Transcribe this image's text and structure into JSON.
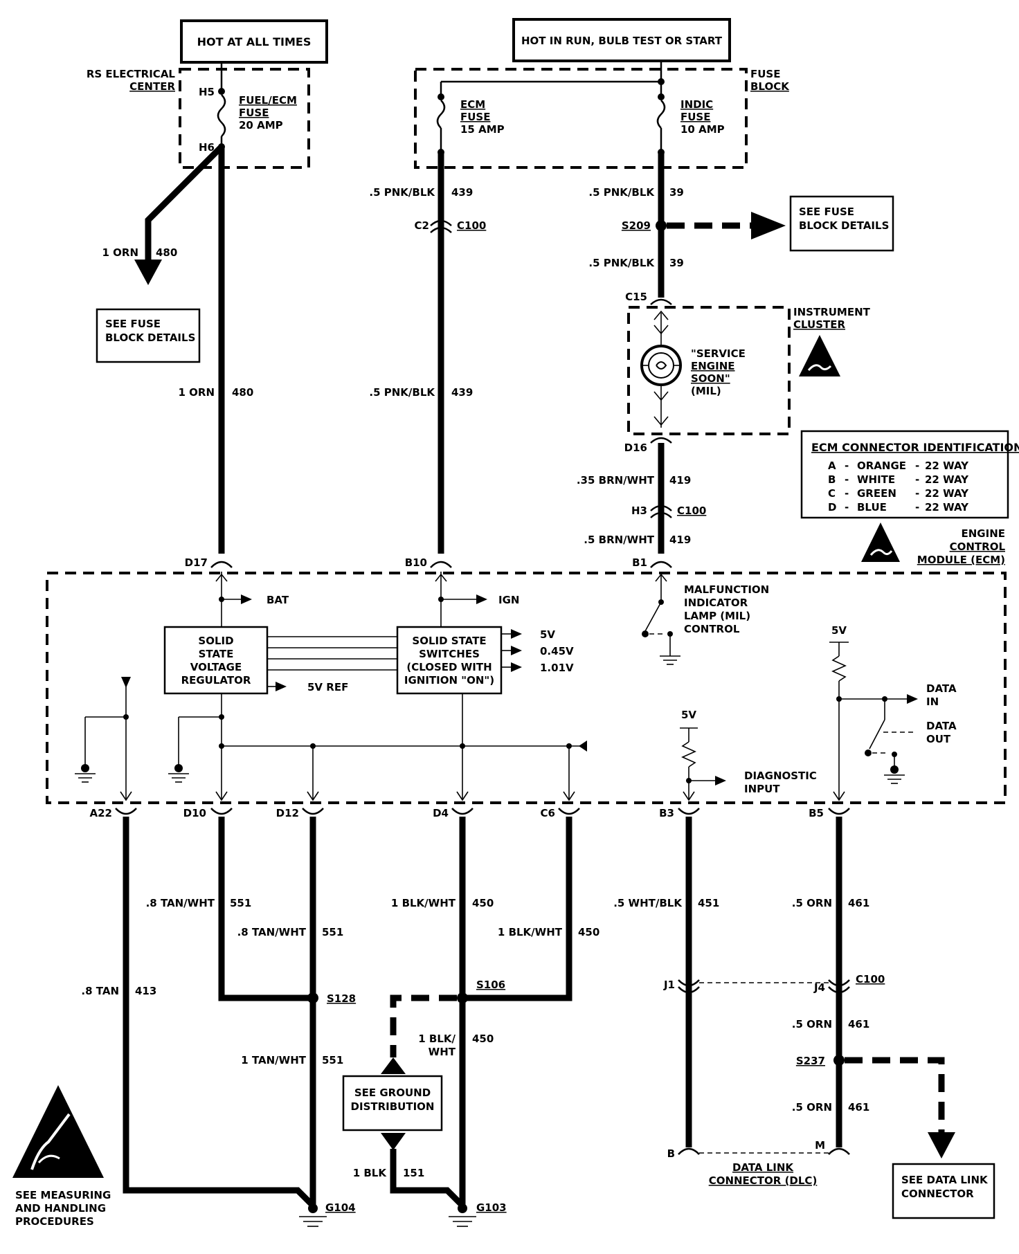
{
  "power": {
    "hot_all_times": "HOT AT ALL TIMES",
    "hot_in_run": "HOT IN RUN, BULB TEST OR START"
  },
  "rs_center": {
    "line1": "RS ELECTRICAL",
    "line2": "CENTER",
    "pin_in": "H5",
    "pin_out": "H6",
    "fuse1": "FUEL/ECM",
    "fuse2": "FUSE",
    "fuse3": "20 AMP"
  },
  "fuse_block": {
    "line1": "FUSE",
    "line2": "BLOCK",
    "ecm1": "ECM",
    "ecm2": "FUSE",
    "ecm3": "15 AMP",
    "indic1": "INDIC",
    "indic2": "FUSE",
    "indic3": "10 AMP"
  },
  "see_fuse_left": {
    "line1": "SEE FUSE",
    "line2": "BLOCK DETAILS"
  },
  "see_fuse_right": {
    "line1": "SEE FUSE",
    "line2": "BLOCK DETAILS"
  },
  "wires": {
    "orn_size": "1 ORN",
    "orn_num": "480",
    "pnk439_size": ".5 PNK/BLK",
    "pnk439_num": "439",
    "pnk39_size": ".5 PNK/BLK",
    "pnk39_num": "39",
    "brn_a_size": ".35 BRN/WHT",
    "brn_num": "419",
    "brn_b_size": ".5 BRN/WHT",
    "tan_size": ".8 TAN",
    "tan_num": "413",
    "tanwht_size": ".8 TAN/WHT",
    "tanwht_num": "551",
    "tanwht1_size": "1 TAN/WHT",
    "blkwht_size": "1 BLK/WHT",
    "blkwht_num": "450",
    "blkwht2a": "1 BLK/",
    "blkwht2b": "WHT",
    "blk_size": "1 BLK",
    "blk_num": "151",
    "whtblk_size": ".5 WHT/BLK",
    "whtblk_num": "451",
    "orn461_size": ".5 ORN",
    "orn461_num": "461"
  },
  "connectors": {
    "c2": "C2",
    "c100": "C100",
    "s209": "S209",
    "c15": "C15",
    "d16": "D16",
    "h3": "H3",
    "d17": "D17",
    "b10": "B10",
    "b1": "B1",
    "a22": "A22",
    "d10": "D10",
    "d12": "D12",
    "d4": "D4",
    "c6": "C6",
    "b3": "B3",
    "b5": "B5",
    "s128": "S128",
    "s106": "S106",
    "j1": "J1",
    "j4": "J4",
    "s237": "S237",
    "g104": "G104",
    "g103": "G103",
    "dlc_b": "B",
    "dlc_m": "M"
  },
  "cluster": {
    "title1": "INSTRUMENT",
    "title2": "CLUSTER",
    "lamp1": "\"SERVICE",
    "lamp2": "ENGINE",
    "lamp3": "SOON\"",
    "lamp4": "(MIL)"
  },
  "ecm_id": {
    "title": "ECM CONNECTOR IDENTIFICATION",
    "rows": [
      {
        "letter": "A",
        "color": "ORANGE",
        "way": "22 WAY"
      },
      {
        "letter": "B",
        "color": "WHITE",
        "way": "22 WAY"
      },
      {
        "letter": "C",
        "color": "GREEN",
        "way": "22 WAY"
      },
      {
        "letter": "D",
        "color": "BLUE",
        "way": "22 WAY"
      }
    ]
  },
  "ecm": {
    "title1": "ENGINE",
    "title2": "CONTROL",
    "title3": "MODULE (ECM)",
    "bat": "BAT",
    "ign": "IGN",
    "reg1": "SOLID",
    "reg2": "STATE",
    "reg3": "VOLTAGE",
    "reg4": "REGULATOR",
    "ref5v": "5V REF",
    "sw1": "SOLID STATE",
    "sw2": "SWITCHES",
    "sw3": "(CLOSED WITH",
    "sw4": "IGNITION \"ON\")",
    "out5v": "5V",
    "out045": "0.45V",
    "out101": "1.01V",
    "mil1": "MALFUNCTION",
    "mil2": "INDICATOR",
    "mil3": "LAMP (MIL)",
    "mil4": "CONTROL",
    "v5_diag": "5V",
    "diag1": "DIAGNOSTIC",
    "diag2": "INPUT",
    "v5_data": "5V",
    "datain1": "DATA",
    "datain2": "IN",
    "dataout1": "DATA",
    "dataout2": "OUT"
  },
  "ground_dist": {
    "line1": "SEE GROUND",
    "line2": "DISTRIBUTION"
  },
  "dlc": {
    "line1": "DATA LINK",
    "line2": "CONNECTOR (DLC)"
  },
  "see_dlc": {
    "line1": "SEE DATA LINK",
    "line2": "CONNECTOR"
  },
  "esd_note": {
    "line1": "SEE MEASURING",
    "line2": "AND HANDLING",
    "line3": "PROCEDURES"
  },
  "colors": {
    "ink": "#000000",
    "paper": "#ffffff"
  }
}
